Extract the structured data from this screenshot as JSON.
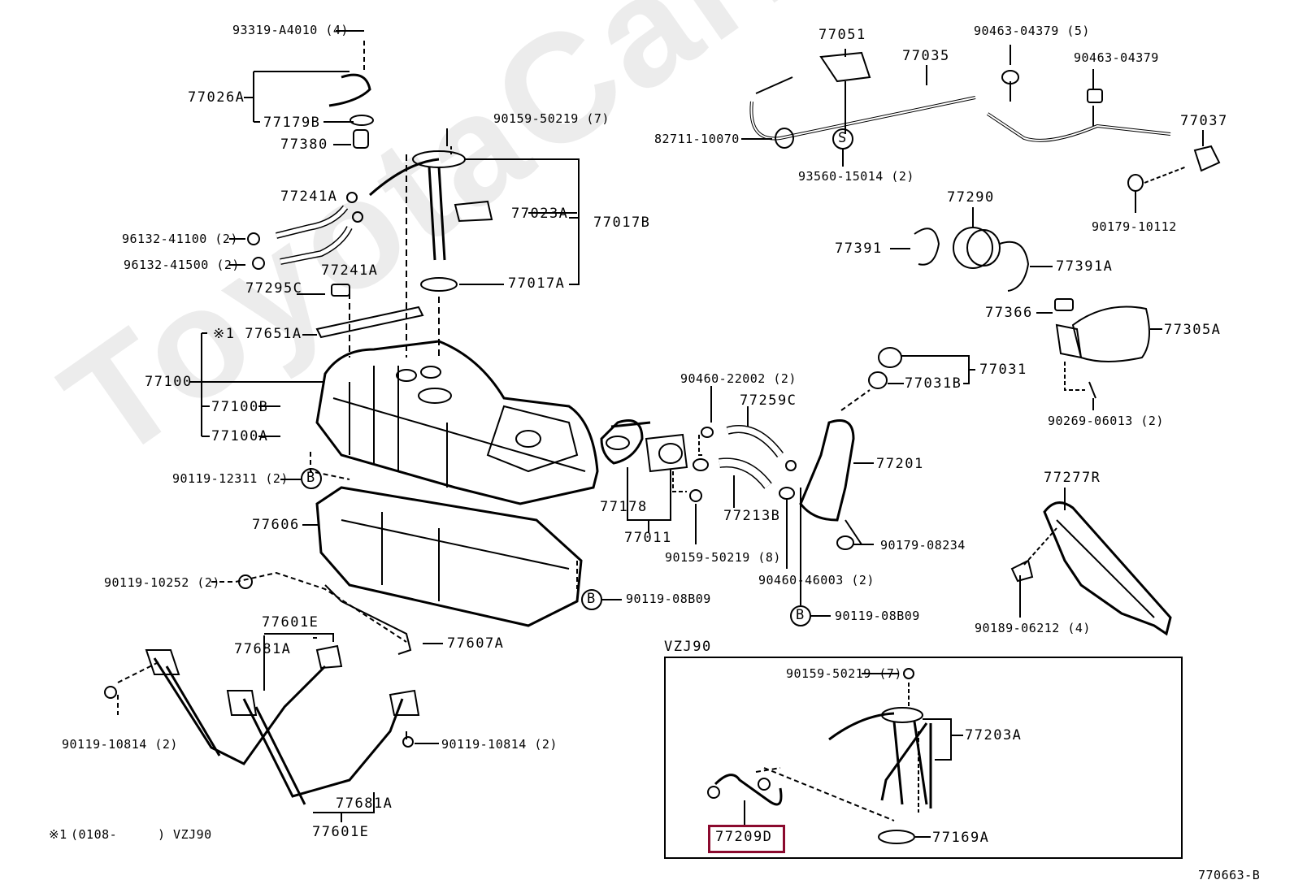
{
  "diagram": {
    "drawing_id": "770663-B",
    "watermark": "ToyotaCarMine.ru",
    "highlight_color": "#8b0a2e",
    "footnote": {
      "mark": "※1",
      "range": "(0108-",
      "model": ") VZJ90"
    },
    "inset": {
      "title": "VZJ90"
    },
    "labels": {
      "p93319": "93319-A4010 (4)",
      "p77026A": "77026A",
      "p77179B": "77179B",
      "p77380": "77380",
      "p90159_7a": "90159-50219 (7)",
      "p77241A_1": "77241A",
      "p77241A_2": "77241A",
      "p96132_41100": "96132-41100 (2)",
      "p96132_41500": "96132-41500 (2)",
      "p77295C": "77295C",
      "p77023A": "77023A",
      "p77017B": "77017B",
      "p77017A": "77017A",
      "p77651A": "※1 77651A",
      "p77100": "77100",
      "p77100B": "77100B",
      "p77100A": "77100A",
      "p90119_12311": "90119-12311 (2)",
      "p77606": "77606",
      "p90119_10252": "90119-10252 (2)",
      "p77601E_top": "77601E",
      "p77681A_top": "77681A",
      "p77607A": "77607A",
      "p90119_10814_l": "90119-10814 (2)",
      "p90119_10814_r": "90119-10814 (2)",
      "p77681A_bot": "77681A",
      "p77601E_bot": "77601E",
      "p90119_08B09_a": "90119-08B09",
      "p90119_08B09_b": "90119-08B09",
      "p77051": "77051",
      "p77035": "77035",
      "p90463_5": "90463-04379 (5)",
      "p90463": "90463-04379",
      "p77037": "77037",
      "p82711": "82711-10070",
      "p93560": "93560-15014 (2)",
      "p90179_10112": "90179-10112",
      "p77290": "77290",
      "p77391": "77391",
      "p77391A": "77391A",
      "p77366": "77366",
      "p77305A": "77305A",
      "p77031": "77031",
      "p77031B": "77031B",
      "p90269": "90269-06013 (2)",
      "p90460_22002": "90460-22002 (2)",
      "p77259C": "77259C",
      "p77201": "77201",
      "p77178": "77178",
      "p77011": "77011",
      "p77213B": "77213B",
      "p90159_8": "90159-50219 (8)",
      "p90179_08234": "90179-08234",
      "p90460_46003": "90460-46003 (2)",
      "p77277R": "77277R",
      "p90189": "90189-06212 (4)",
      "p90159_7b": "90159-50219 (7)",
      "p77203A": "77203A",
      "p77209D": "77209D",
      "p77169A": "77169A"
    },
    "callouts": {
      "B": "B",
      "S": "S"
    }
  }
}
